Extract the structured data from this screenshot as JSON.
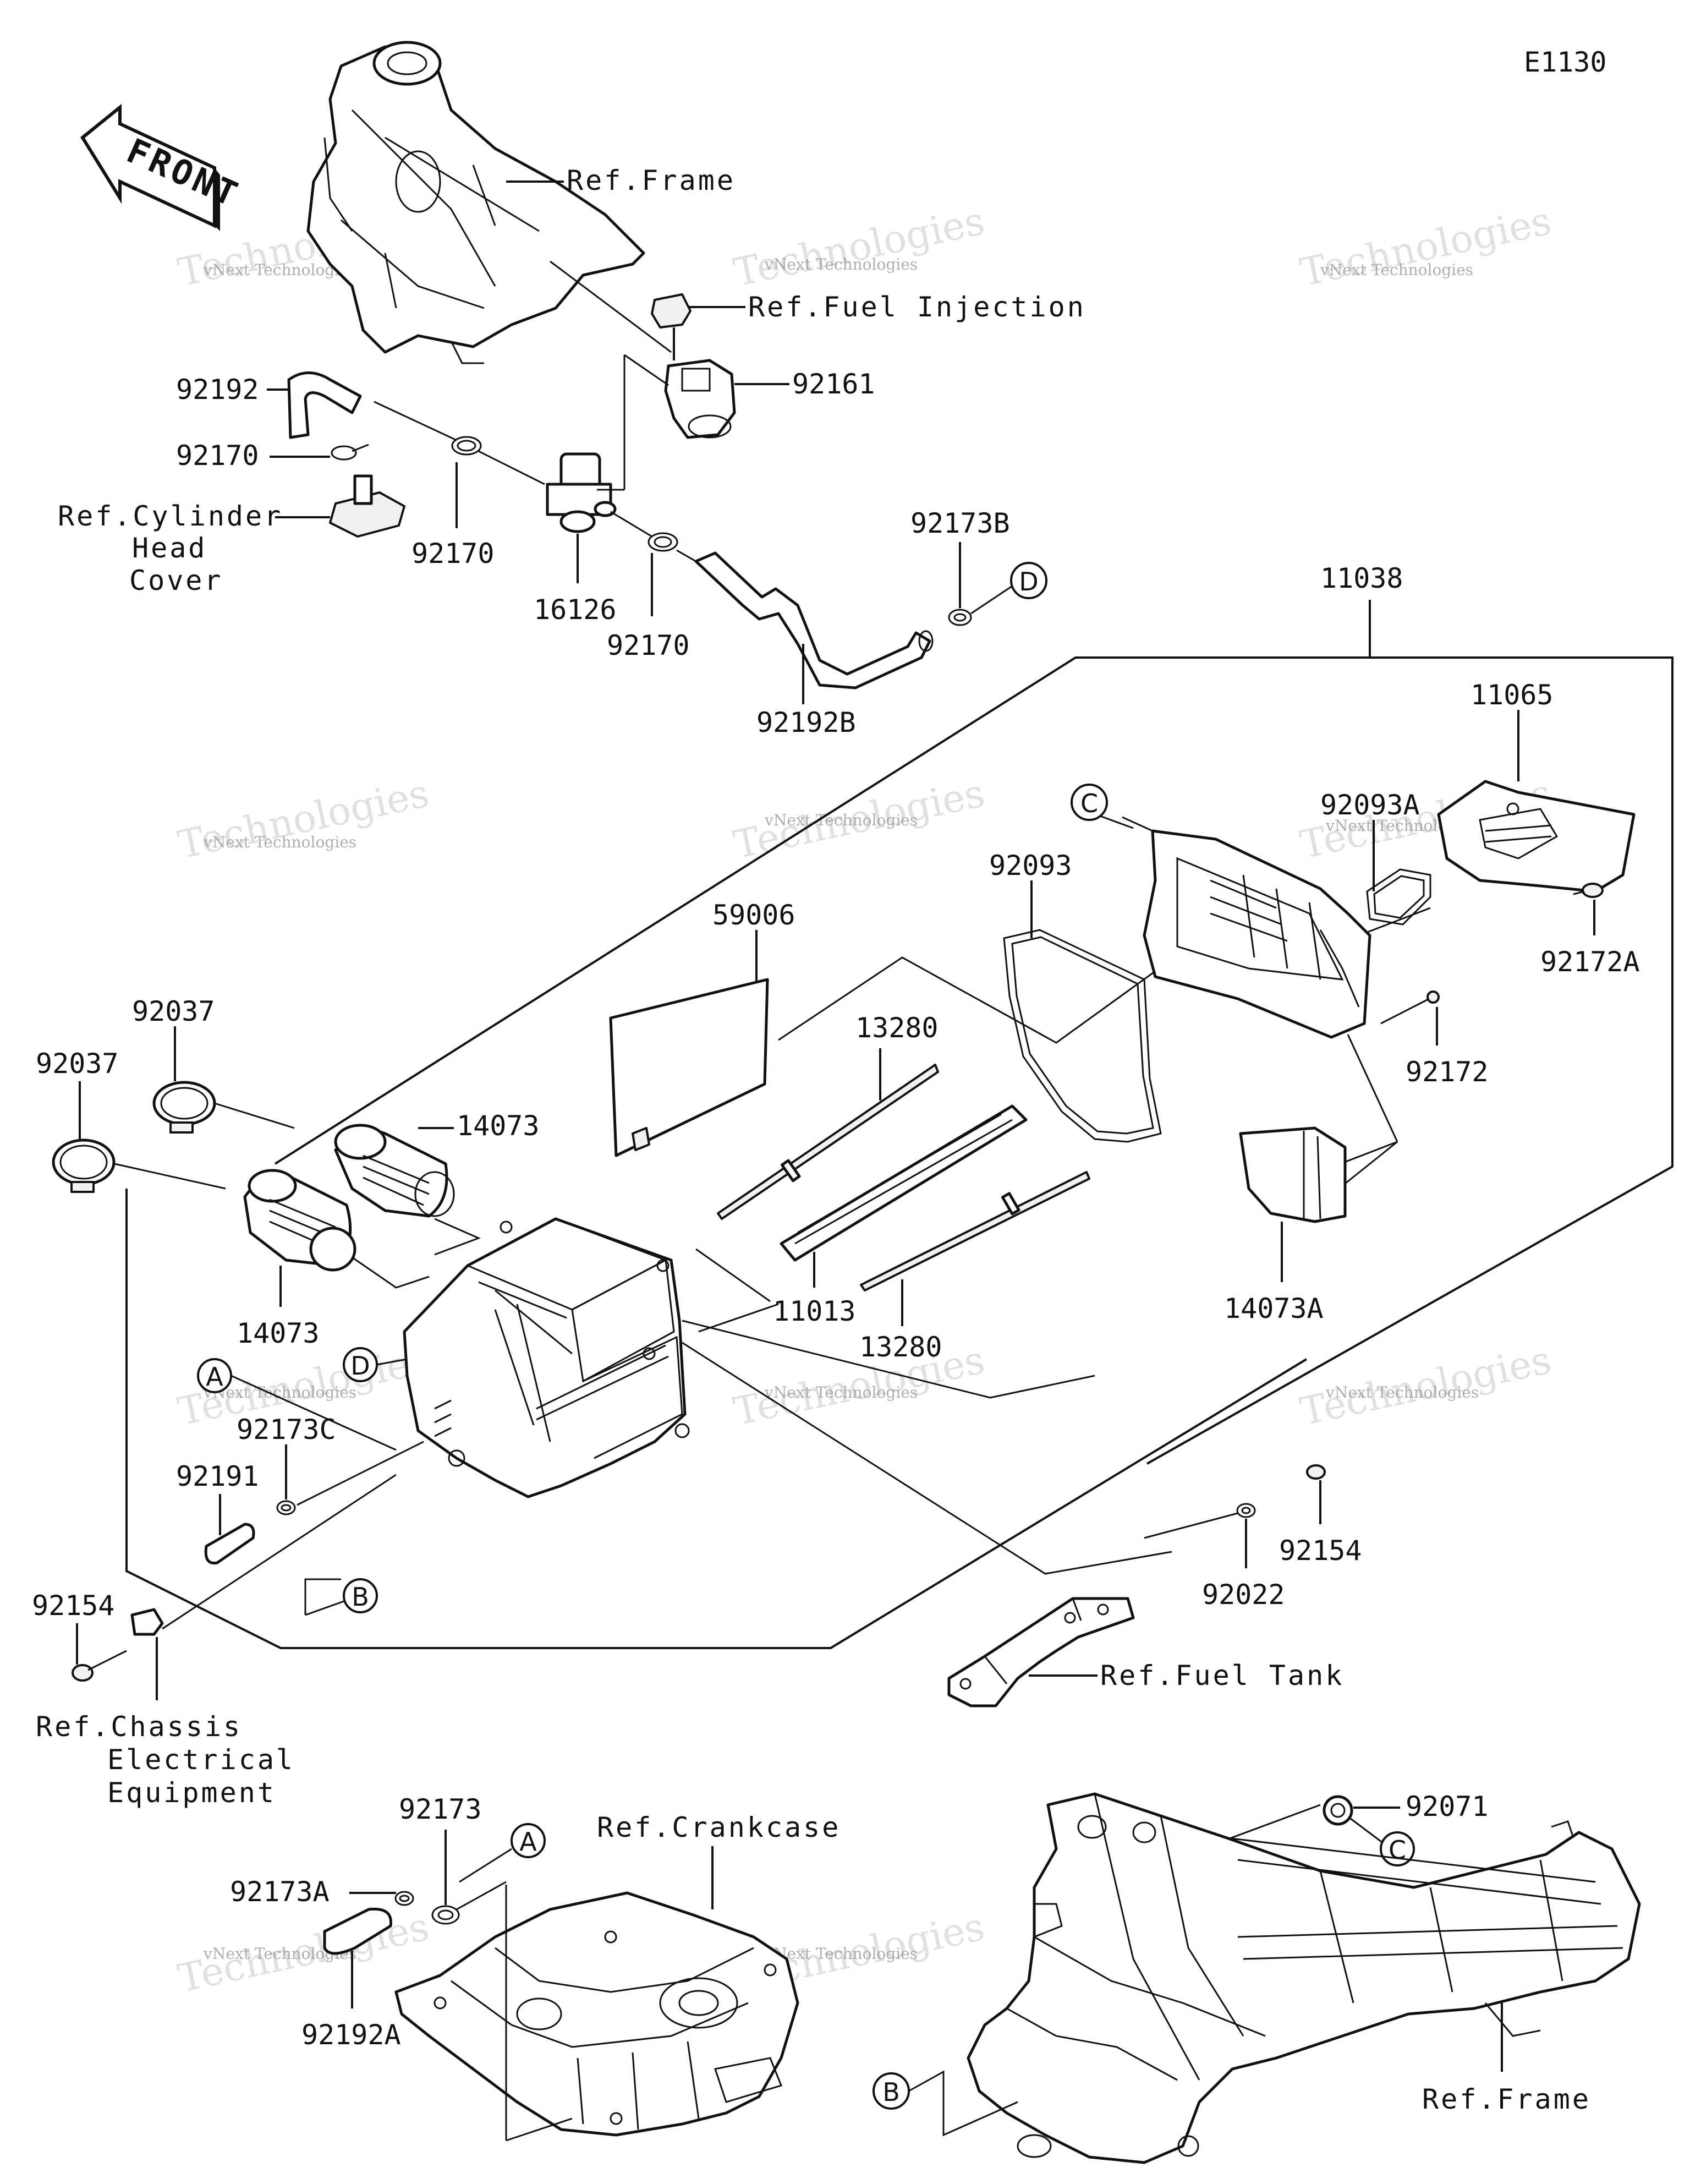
{
  "diagram_code": "E1130",
  "front_arrow": "FRONT",
  "watermark": {
    "brand": "vNext",
    "company": "vNext Technologies",
    "big": "Technologies"
  },
  "labels": {
    "ref_frame_top": "Ref.Frame",
    "ref_fuel_injection": "Ref.Fuel Injection",
    "ref_cylinder_head_cover_1": "Ref.Cylinder",
    "ref_cylinder_head_cover_2": "Head",
    "ref_cylinder_head_cover_3": "Cover",
    "ref_fuel_tank": "Ref.Fuel Tank",
    "ref_chassis_1": "Ref.Chassis",
    "ref_chassis_2": "Electrical",
    "ref_chassis_3": "Equipment",
    "ref_crankcase": "Ref.Crankcase",
    "ref_frame_bottom": "Ref.Frame"
  },
  "part_numbers": {
    "p92192": "92192",
    "p92170_a": "92170",
    "p92170_b": "92170",
    "p92170_c": "92170",
    "p16126": "16126",
    "p92161": "92161",
    "p92173B": "92173B",
    "p92192B": "92192B",
    "p11038": "11038",
    "p11065": "11065",
    "p92093A": "92093A",
    "p92172A": "92172A",
    "p92093": "92093",
    "p59006": "59006",
    "p13280_a": "13280",
    "p13280_b": "13280",
    "p92037_a": "92037",
    "p92037_b": "92037",
    "p14073_a": "14073",
    "p14073_b": "14073",
    "p92172": "92172",
    "p14073A": "14073A",
    "p11013": "11013",
    "p92173C": "92173C",
    "p92191": "92191",
    "p92154_a": "92154",
    "p92154_b": "92154",
    "p92022": "92022",
    "p92173": "92173",
    "p92173A": "92173A",
    "p92192A": "92192A",
    "p92071": "92071"
  },
  "circle_refs": {
    "D_top": "D",
    "C_top": "C",
    "A_mid": "A",
    "D_mid": "D",
    "B_mid": "B",
    "A_bottom": "A",
    "C_bottom": "C",
    "B_bottom": "B"
  }
}
